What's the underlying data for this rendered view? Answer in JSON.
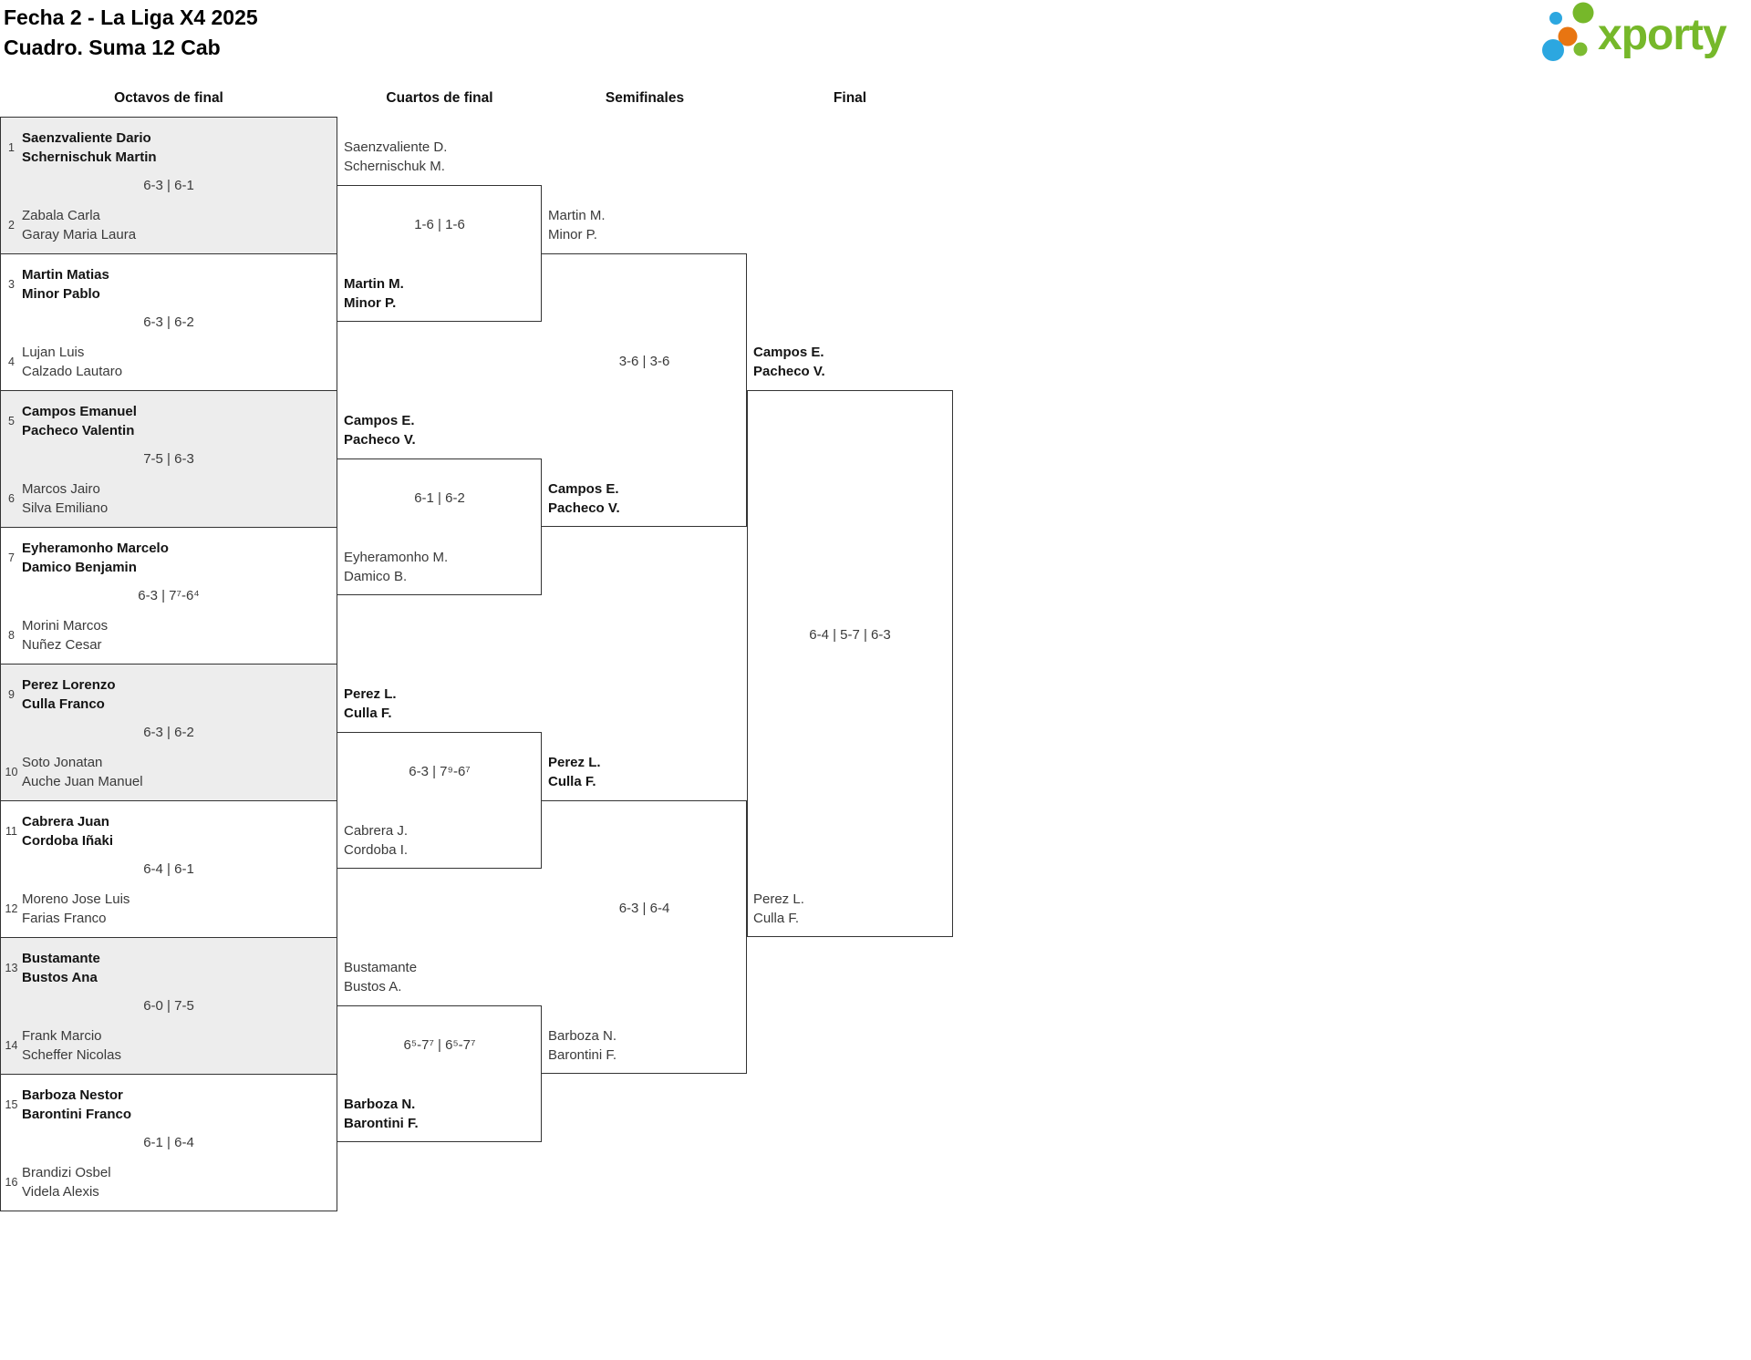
{
  "title": {
    "line1": "Fecha 2 - La Liga X4 2025",
    "line2": "Cuadro. Suma 12 Cab"
  },
  "logo": {
    "text": "xporty"
  },
  "columns": [
    "Octavos de final",
    "Cuartos de final",
    "Semifinales",
    "Final"
  ],
  "colors": {
    "logo_green": "#76b82a",
    "logo_blue": "#2ca7e0",
    "logo_orange": "#e87511",
    "box_gray": "#ededed",
    "border": "#333333",
    "winner_text": "#141414",
    "regular_text": "#3a3a3a"
  },
  "bracket": {
    "round_of_16": [
      {
        "seed_top": "1",
        "team_top": [
          "Saenzvaliente Dario",
          "Schernischuk Martin"
        ],
        "top_winner": true,
        "score": "6-3 | 6-1",
        "seed_bottom": "2",
        "team_bottom": [
          "Zabala Carla",
          "Garay Maria Laura"
        ],
        "bottom_winner": false
      },
      {
        "seed_top": "3",
        "team_top": [
          "Martin Matias",
          "Minor Pablo"
        ],
        "top_winner": true,
        "score": "6-3 | 6-2",
        "seed_bottom": "4",
        "team_bottom": [
          "Lujan Luis",
          "Calzado Lautaro"
        ],
        "bottom_winner": false
      },
      {
        "seed_top": "5",
        "team_top": [
          "Campos Emanuel",
          "Pacheco Valentin"
        ],
        "top_winner": true,
        "score": "7-5 | 6-3",
        "seed_bottom": "6",
        "team_bottom": [
          "Marcos Jairo",
          "Silva Emiliano"
        ],
        "bottom_winner": false
      },
      {
        "seed_top": "7",
        "team_top": [
          "Eyheramonho Marcelo",
          "Damico Benjamin"
        ],
        "top_winner": true,
        "score": "6-3 | 7⁷-6⁴",
        "seed_bottom": "8",
        "team_bottom": [
          "Morini Marcos",
          "Nuñez Cesar"
        ],
        "bottom_winner": false
      },
      {
        "seed_top": "9",
        "team_top": [
          "Perez Lorenzo",
          "Culla Franco"
        ],
        "top_winner": true,
        "score": "6-3 | 6-2",
        "seed_bottom": "10",
        "team_bottom": [
          "Soto Jonatan",
          "Auche Juan Manuel"
        ],
        "bottom_winner": false
      },
      {
        "seed_top": "11",
        "team_top": [
          "Cabrera Juan",
          "Cordoba Iñaki"
        ],
        "top_winner": true,
        "score": "6-4 | 6-1",
        "seed_bottom": "12",
        "team_bottom": [
          "Moreno Jose Luis",
          "Farias Franco"
        ],
        "bottom_winner": false
      },
      {
        "seed_top": "13",
        "team_top": [
          "Bustamante",
          "Bustos Ana"
        ],
        "top_winner": true,
        "score": "6-0 | 7-5",
        "seed_bottom": "14",
        "team_bottom": [
          "Frank Marcio",
          "Scheffer Nicolas"
        ],
        "bottom_winner": false
      },
      {
        "seed_top": "15",
        "team_top": [
          "Barboza Nestor",
          "Barontini Franco"
        ],
        "top_winner": true,
        "score": "6-1 | 6-4",
        "seed_bottom": "16",
        "team_bottom": [
          "Brandizi Osbel",
          "Videla Alexis"
        ],
        "bottom_winner": false
      }
    ],
    "quarterfinals": [
      {
        "team_top": [
          "Saenzvaliente D.",
          "Schernischuk M."
        ],
        "top_winner": false,
        "score": "1-6 | 1-6",
        "team_bottom": [
          "Martin M.",
          "Minor P."
        ],
        "bottom_winner": true
      },
      {
        "team_top": [
          "Campos E.",
          "Pacheco V."
        ],
        "top_winner": true,
        "score": "6-1 | 6-2",
        "team_bottom": [
          "Eyheramonho M.",
          "Damico B."
        ],
        "bottom_winner": false
      },
      {
        "team_top": [
          "Perez L.",
          "Culla F."
        ],
        "top_winner": true,
        "score": "6-3 | 7⁹-6⁷",
        "team_bottom": [
          "Cabrera J.",
          "Cordoba I."
        ],
        "bottom_winner": false
      },
      {
        "team_top": [
          "Bustamante",
          "Bustos A."
        ],
        "top_winner": false,
        "score": "6⁵-7⁷ | 6⁵-7⁷",
        "team_bottom": [
          "Barboza N.",
          "Barontini F."
        ],
        "bottom_winner": true
      }
    ],
    "semifinals": [
      {
        "team_top": [
          "Martin M.",
          "Minor P."
        ],
        "top_winner": false,
        "score": "3-6 | 3-6",
        "team_bottom": [
          "Campos E.",
          "Pacheco V."
        ],
        "bottom_winner": true
      },
      {
        "team_top": [
          "Perez L.",
          "Culla F."
        ],
        "top_winner": true,
        "score": "6-3 | 6-4",
        "team_bottom": [
          "Barboza N.",
          "Barontini F."
        ],
        "bottom_winner": false
      }
    ],
    "final": {
      "team_top": [
        "Campos E.",
        "Pacheco V."
      ],
      "top_winner": true,
      "score": "6-4 | 5-7 | 6-3",
      "team_bottom": [
        "Perez L.",
        "Culla F."
      ],
      "bottom_winner": false
    }
  }
}
